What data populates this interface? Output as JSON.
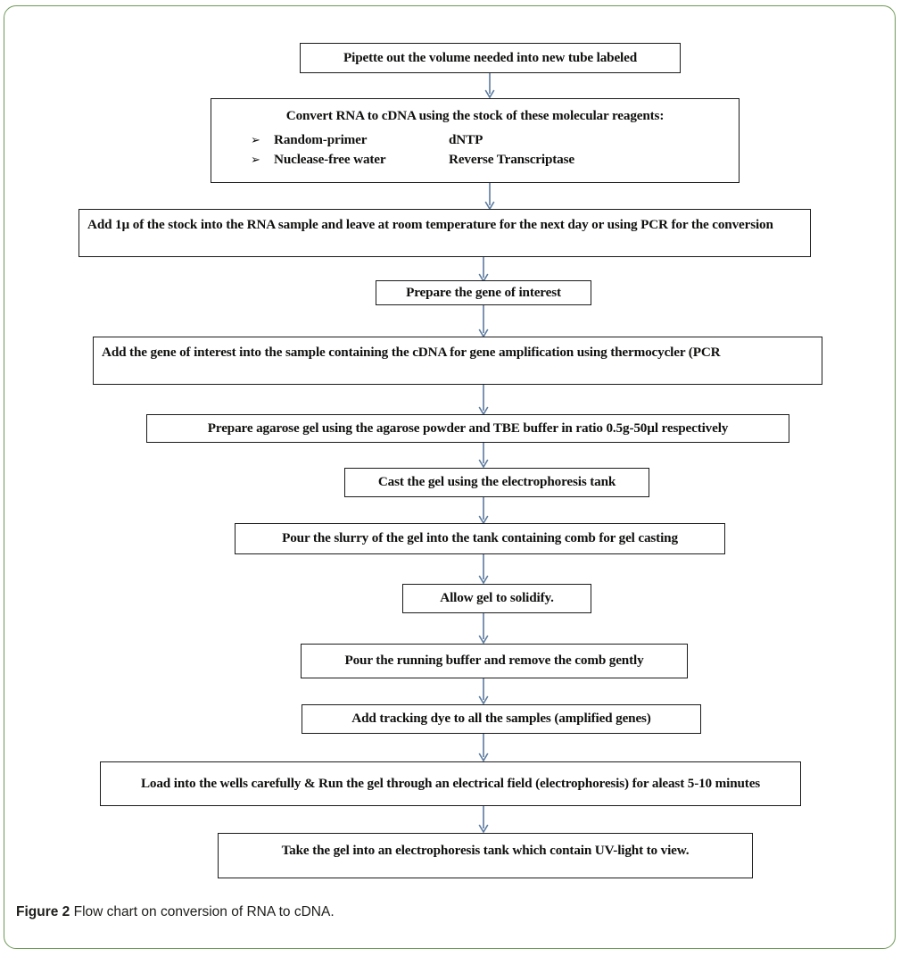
{
  "figure": {
    "caption_label": "Figure 2",
    "caption_text": "Flow chart on conversion of RNA to cDNA.",
    "frame_color": "#6e9a56",
    "box_border_color": "#1a1a1a",
    "arrow_color": "#5b7a9e"
  },
  "chart_data": {
    "type": "diagram",
    "title": "Flow chart on conversion of RNA to cDNA.",
    "orientation": "top-to-bottom",
    "nodes": [
      {
        "id": "n1",
        "label": "Pipette out the volume needed into new tube labeled"
      },
      {
        "id": "n2",
        "label": "Convert RNA to cDNA using the stock of these molecular reagents:",
        "bullets": [
          {
            "marker": "➢",
            "left": "Random-primer",
            "right": "dNTP"
          },
          {
            "marker": "➢",
            "left": "Nuclease-free water",
            "right": "Reverse Transcriptase"
          }
        ]
      },
      {
        "id": "n3",
        "label": "Add 1µ of the stock into the RNA sample and leave at room temperature for the next day or using PCR for the conversion"
      },
      {
        "id": "n4",
        "label": "Prepare the gene of interest"
      },
      {
        "id": "n5",
        "label": "Add the gene of interest into the sample containing the cDNA for gene amplification using thermocycler (PCR"
      },
      {
        "id": "n6",
        "label": "Prepare agarose gel using the agarose powder and TBE buffer in ratio 0.5g-50µl respectively"
      },
      {
        "id": "n7",
        "label": "Cast the gel using the electrophoresis tank"
      },
      {
        "id": "n8",
        "label": "Pour the slurry of the gel into the tank containing comb for gel casting"
      },
      {
        "id": "n9",
        "label": "Allow gel to solidify."
      },
      {
        "id": "n10",
        "label": "Pour the running buffer and remove the comb gently"
      },
      {
        "id": "n11",
        "label": "Add tracking dye to all the samples (amplified genes)"
      },
      {
        "id": "n12",
        "label": "Load into the wells carefully & Run the gel through an electrical field (electrophoresis) for aleast 5-10 minutes"
      },
      {
        "id": "n13",
        "label": "Take the gel into an electrophoresis tank which contain UV-light to view."
      }
    ],
    "edges": [
      {
        "from": "n1",
        "to": "n2"
      },
      {
        "from": "n2",
        "to": "n3"
      },
      {
        "from": "n3",
        "to": "n4"
      },
      {
        "from": "n4",
        "to": "n5"
      },
      {
        "from": "n5",
        "to": "n6"
      },
      {
        "from": "n6",
        "to": "n7"
      },
      {
        "from": "n7",
        "to": "n8"
      },
      {
        "from": "n8",
        "to": "n9"
      },
      {
        "from": "n9",
        "to": "n10"
      },
      {
        "from": "n10",
        "to": "n11"
      },
      {
        "from": "n11",
        "to": "n12"
      },
      {
        "from": "n12",
        "to": "n13"
      }
    ]
  }
}
